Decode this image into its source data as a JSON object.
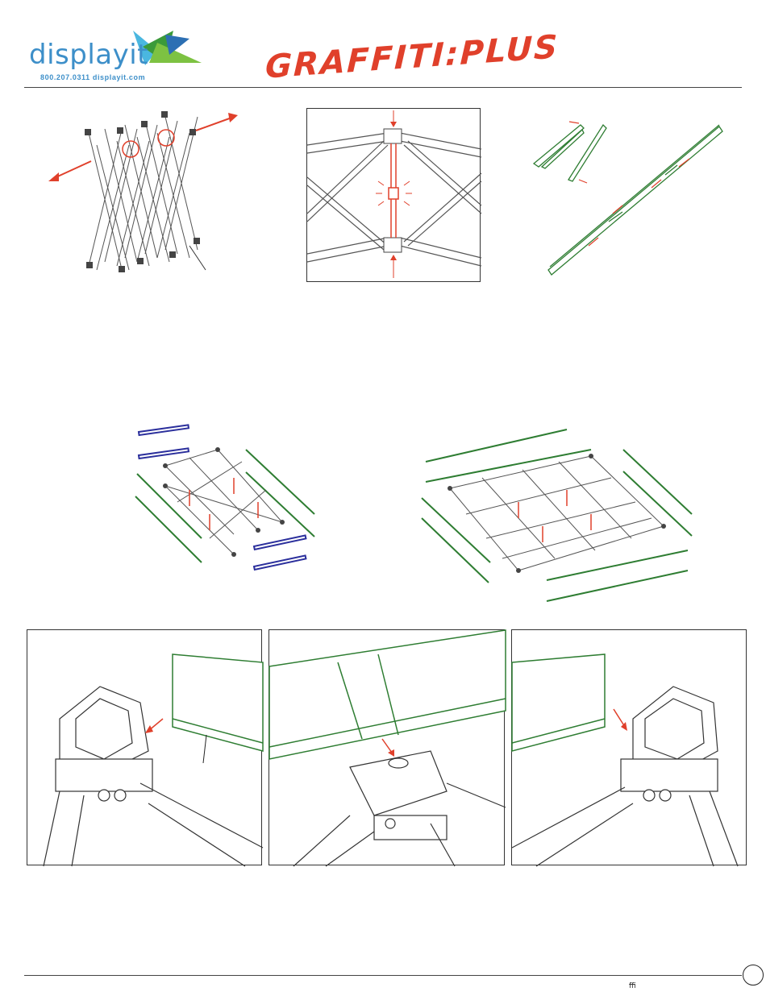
{
  "header": {
    "logo_text": "displayit",
    "contact": "800.207.0311   displayit.com",
    "product_title": "GRAFFITI:PLUS"
  },
  "footer": {
    "mark": "ﬃ"
  },
  "colors": {
    "accent_red": "#e0402b",
    "rail_green": "#2e7d32",
    "rail_blue": "#2b2f9c",
    "brand_blue": "#3d8fc9"
  },
  "illustrations": [
    "frame-expand-illustration",
    "pole-lock-illustration",
    "rail-assembly-illustration",
    "small-frame-rail-layout",
    "large-frame-rail-layout",
    "corner-connector-detail-left",
    "hub-connector-detail",
    "corner-connector-detail-right"
  ]
}
